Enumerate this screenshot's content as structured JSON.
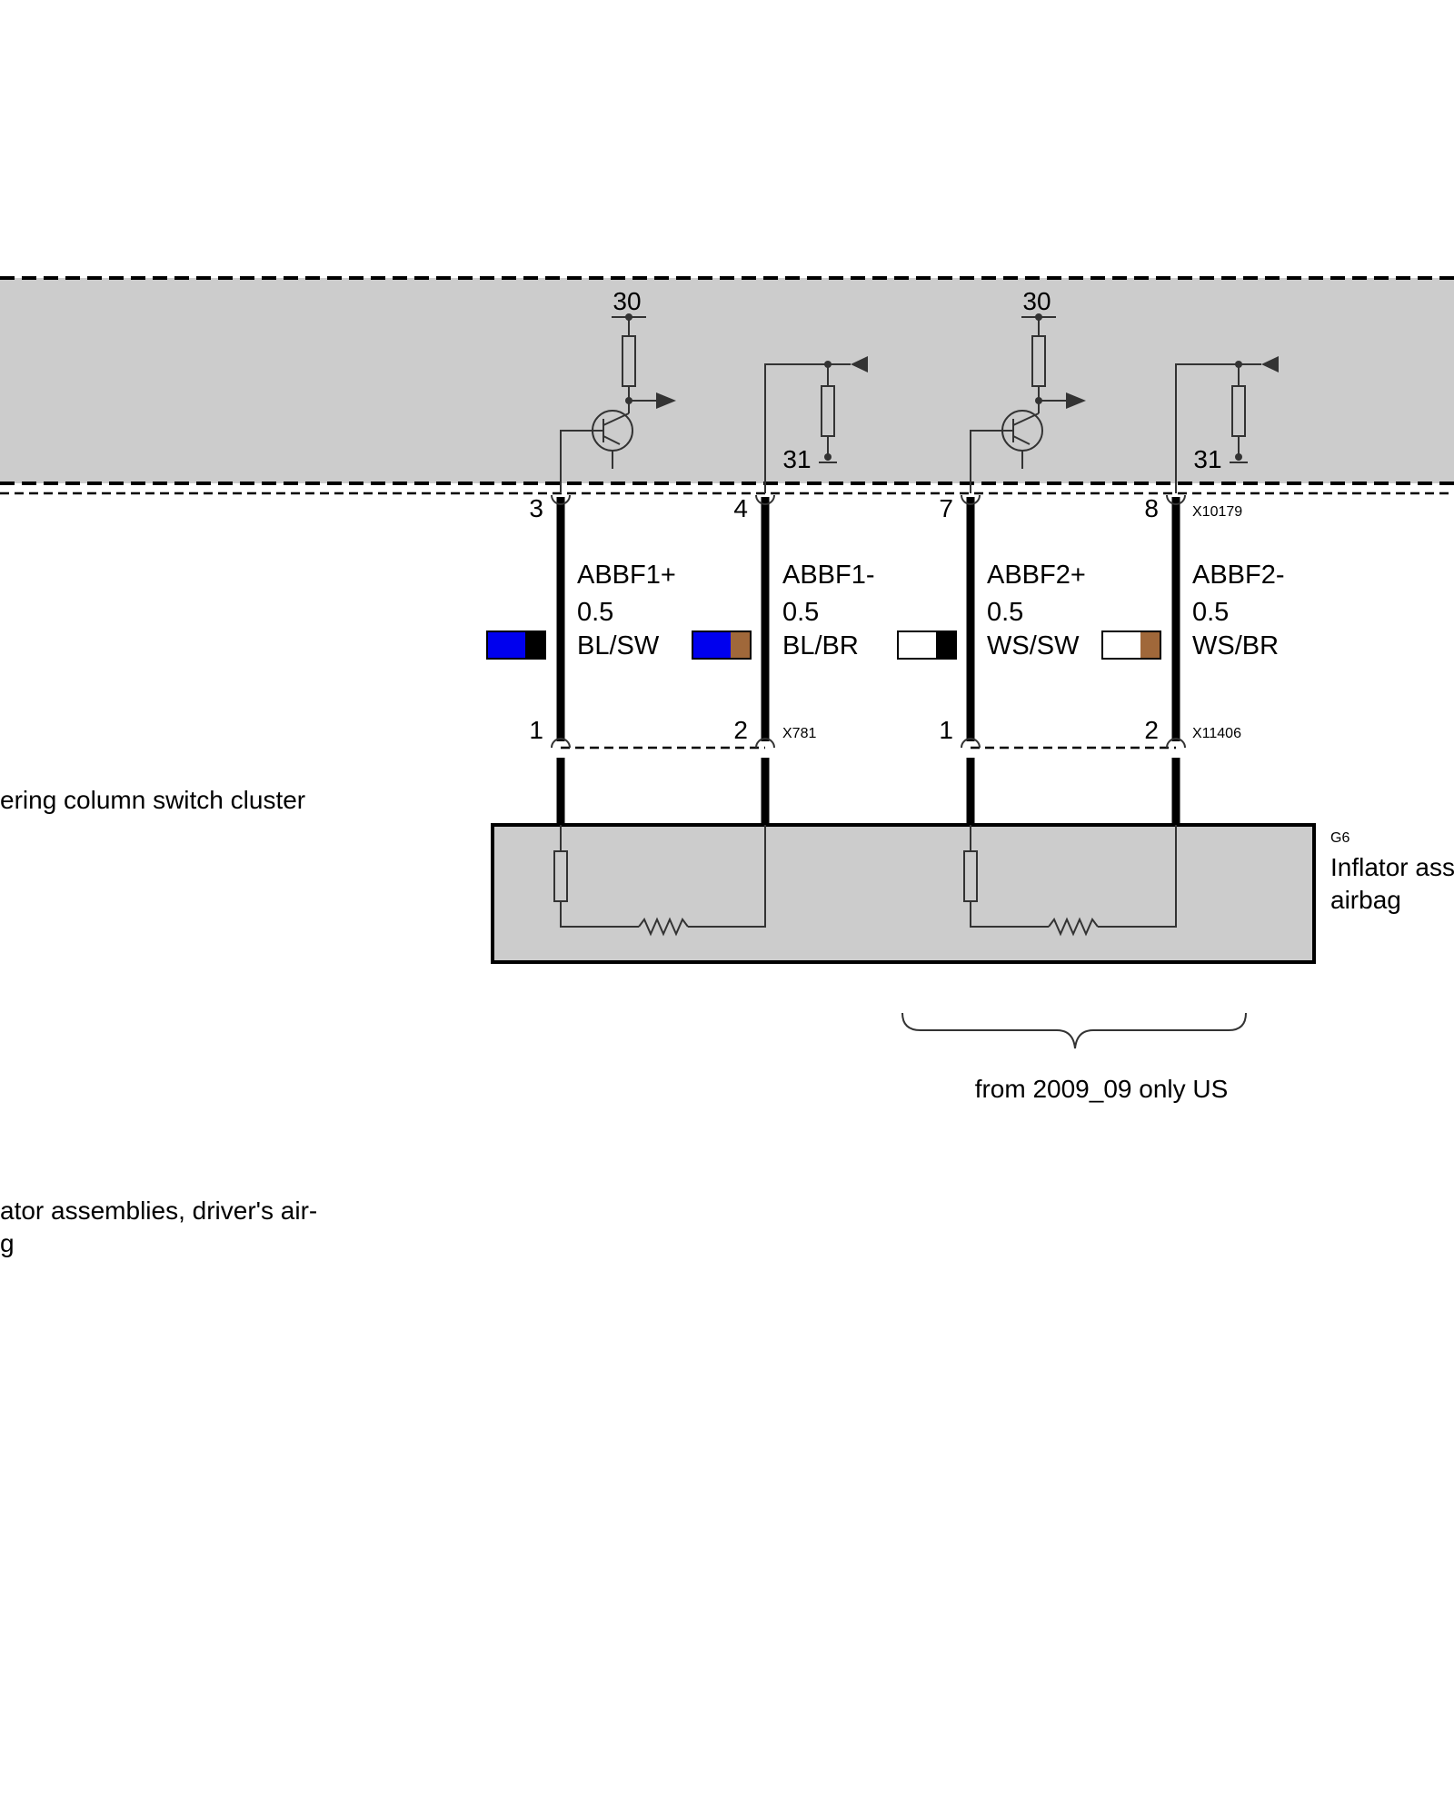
{
  "module": {
    "supply_left": "30",
    "supply_right": "30",
    "ground_left": "31",
    "ground_right": "31"
  },
  "connectors": {
    "top": "X10179",
    "mid_left": "X781",
    "mid_right": "X11406"
  },
  "pins_top": [
    "3",
    "4",
    "7",
    "8"
  ],
  "pins_bottom": [
    "1",
    "2",
    "1",
    "2"
  ],
  "wires": [
    {
      "signal": "ABBF1+",
      "gauge": "0.5",
      "color_code": "BL/SW",
      "primary": "#0000ee",
      "stripe": "#000000"
    },
    {
      "signal": "ABBF1-",
      "gauge": "0.5",
      "color_code": "BL/BR",
      "primary": "#0000ee",
      "stripe": "#a0683a"
    },
    {
      "signal": "ABBF2+",
      "gauge": "0.5",
      "color_code": "WS/SW",
      "primary": "#ffffff",
      "stripe": "#000000"
    },
    {
      "signal": "ABBF2-",
      "gauge": "0.5",
      "color_code": "WS/BR",
      "primary": "#ffffff",
      "stripe": "#a0683a"
    }
  ],
  "labels": {
    "left_switch_cluster": "ering column switch cluster",
    "left_inflator_line1": "ator assemblies, driver's air-",
    "left_inflator_line2": "g",
    "g6_id": "G6",
    "g6_line1": "Inflator ass",
    "g6_line2": "airbag",
    "note": "from 2009_09 only US"
  },
  "colors": {
    "module_fill": "#cccccc",
    "component_stroke": "#333333"
  }
}
